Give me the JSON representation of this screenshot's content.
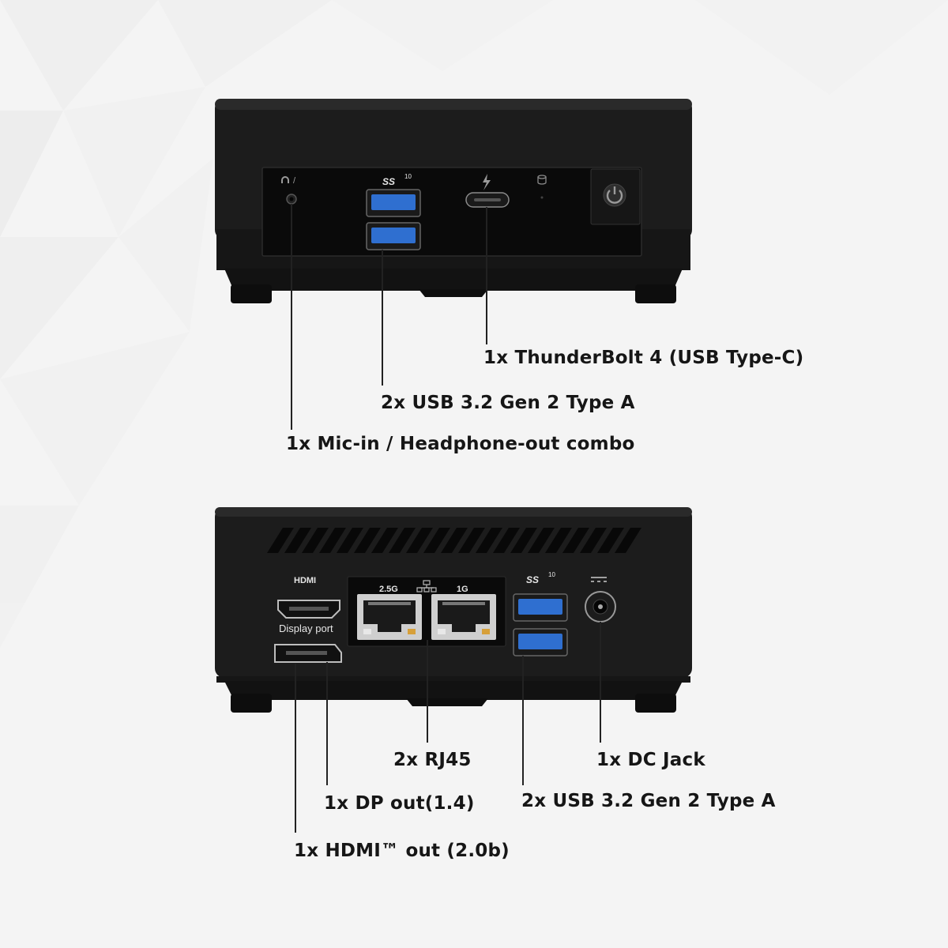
{
  "front_view": {
    "port_labels": {
      "ss_logo": "SS",
      "ss_speed": "10"
    },
    "callouts": {
      "thunderbolt": "1x ThunderBolt 4 (USB Type-C)",
      "usb_a": "2x USB 3.2 Gen 2 Type A",
      "audio": "1x Mic-in / Headphone-out combo"
    }
  },
  "rear_view": {
    "port_labels": {
      "hdmi": "HDMI",
      "display_port": "Display port",
      "lan_25g": "2.5G",
      "lan_1g": "1G",
      "ss_logo": "SS",
      "ss_speed": "10"
    },
    "callouts": {
      "rj45": "2x RJ45",
      "dc_jack": "1x DC Jack",
      "dp_out": "1x DP out(1.4)",
      "usb_a": "2x USB 3.2 Gen 2 Type A",
      "hdmi_out": "1x HDMI™ out (2.0b)"
    }
  },
  "colors": {
    "chassis": "#1a1a1a",
    "panel": "#0b0b0b",
    "usb_blue": "#2f6fd0",
    "callout_text": "#161616"
  }
}
